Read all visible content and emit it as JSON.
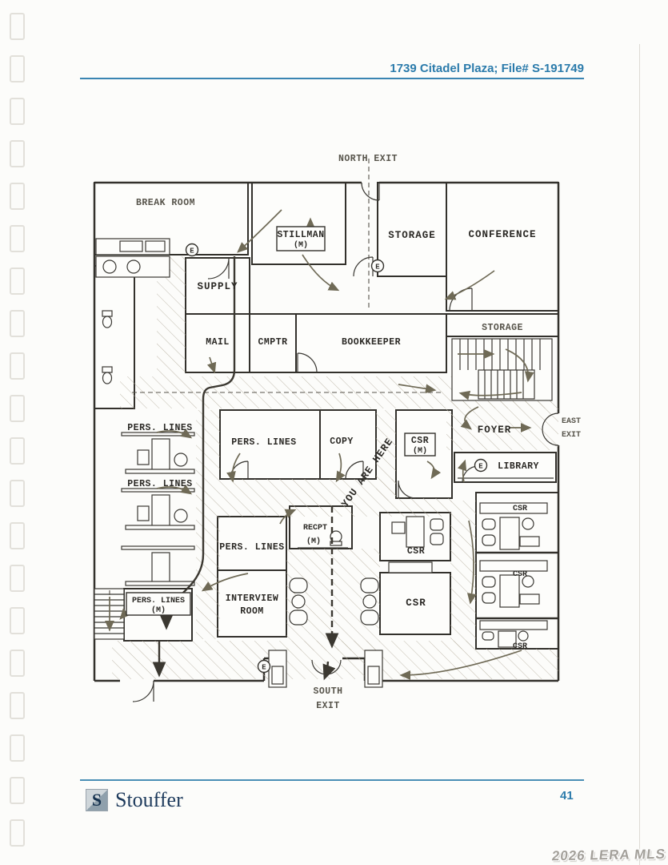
{
  "header": {
    "title": "1739 Citadel Plaza; File# S-191749"
  },
  "footer": {
    "brand": "Stouffer",
    "logo_letter": "S",
    "page_number": "41"
  },
  "watermark": {
    "text": "2026 LERA MLS"
  },
  "plan": {
    "exits": {
      "north": "NORTH EXIT",
      "south_line1": "SOUTH",
      "south_line2": "EXIT",
      "east_line1": "EAST",
      "east_line2": "EXIT"
    },
    "labels": {
      "break_room": "BREAK ROOM",
      "stillman": "STILLMAN",
      "stillman_m": "(M)",
      "storage_top": "STORAGE",
      "conference": "CONFERENCE",
      "supply": "SUPPLY",
      "mail": "MAIL",
      "cmptr": "CMPTR",
      "bookkeeper": "BOOKKEEPER",
      "storage_right": "STORAGE",
      "foyer": "FOYER",
      "library": "LIBRARY",
      "pers_lines_left1": "PERS. LINES",
      "pers_lines_left2": "PERS. LINES",
      "pers_lines_center": "PERS. LINES",
      "copy": "COPY",
      "you_are_here": "YOU ARE HERE",
      "csr_m": "CSR",
      "csr_m_sub": "(M)",
      "recpt": "RECPT",
      "recpt_m": "(M)",
      "pers_lines_lower": "PERS. LINES",
      "interview_line1": "INTERVIEW",
      "interview_line2": "ROOM",
      "pers_lines_m": "PERS. LINES",
      "pers_lines_m_sub": "(M)",
      "csr_center_upper": "CSR",
      "csr_center_lower": "CSR",
      "csr_right1": "CSR",
      "csr_right2": "CSR",
      "csr_right3": "CSR",
      "e_symbol": "E"
    },
    "colors": {
      "ink": "#33312c",
      "arrow": "#6f6a56",
      "accent_blue": "#2b7bab",
      "brand_navy": "#1d3a5c"
    }
  }
}
